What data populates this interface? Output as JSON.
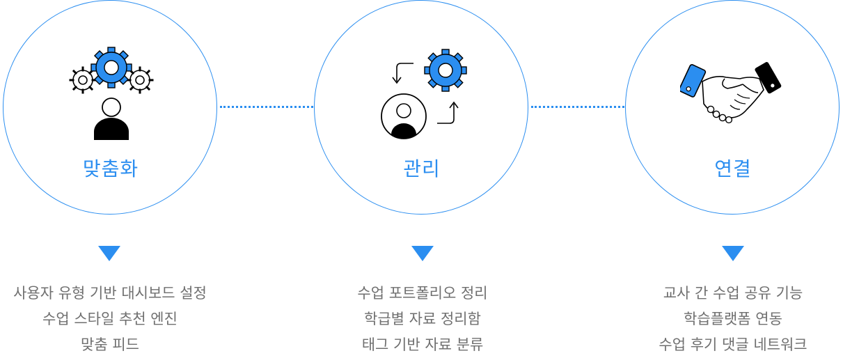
{
  "colors": {
    "accent": "#2b8ef0",
    "text_gray": "#6f6f6f",
    "icon_dark": "#000000"
  },
  "steps": [
    {
      "icon": "gears-person-icon",
      "label": "맞춤화",
      "lines": [
        "사용자 유형 기반 대시보드 설정",
        "수업 스타일 추천 엔진",
        "맞춤 피드"
      ]
    },
    {
      "icon": "person-gear-cycle-icon",
      "label": "관리",
      "lines": [
        "수업 포트폴리오 정리",
        "학급별 자료 정리함",
        "태그 기반 자료 분류"
      ]
    },
    {
      "icon": "handshake-icon",
      "label": "연결",
      "lines": [
        "교사 간 수업 공유 기능",
        "학습플랫폼 연동",
        "수업 후기 댓글 네트워크"
      ]
    }
  ]
}
